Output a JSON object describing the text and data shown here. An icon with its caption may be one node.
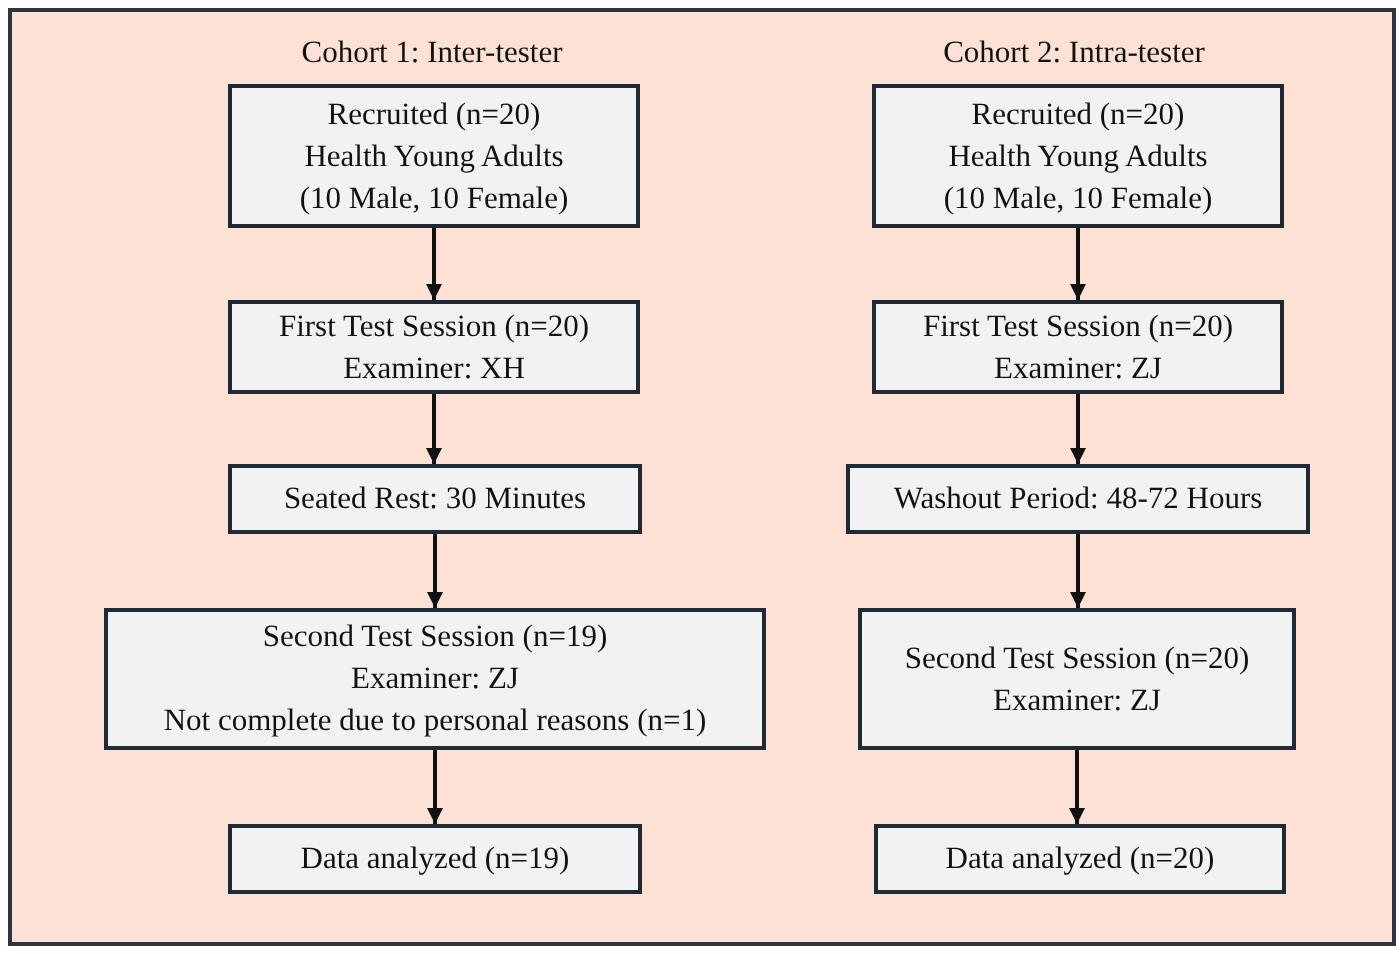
{
  "diagram": {
    "nodes": [
      {
        "text": [
          "Recruited (n=20)",
          "Health Young Adults",
          "(10 Male, 10 Female)"
        ]
      },
      {
        "text": [
          "First Test Session (n=20)",
          "Examiner: XH"
        ]
      },
      {
        "text": [
          "Seated Rest: 30 Minutes"
        ]
      },
      {
        "text": [
          "Second Test Session (n=19)",
          "Examiner: ZJ",
          "Not complete due to personal reasons (n=1)"
        ]
      },
      {
        "text": [
          "Data analyzed (n=19)"
        ]
      },
      {
        "text": [
          "Recruited (n=20)",
          "Health Young Adults",
          "(10 Male, 10 Female)"
        ]
      },
      {
        "text": [
          "First Test Session (n=20)",
          "Examiner: ZJ"
        ]
      },
      {
        "text": [
          "Washout Period: 48-72 Hours"
        ]
      },
      {
        "text": [
          "Second Test Session (n=20)",
          "Examiner: ZJ"
        ]
      },
      {
        "text": [
          "Data analyzed (n=20)"
        ]
      }
    ],
    "edges": [
      {
        "from": 0,
        "to": 1,
        "arrow": "to"
      },
      {
        "from": 1,
        "to": 2,
        "arrow": "to"
      },
      {
        "from": 2,
        "to": 3,
        "arrow": "to"
      },
      {
        "from": 3,
        "to": 4,
        "arrow": "to"
      },
      {
        "from": 5,
        "to": 6,
        "arrow": "to"
      },
      {
        "from": 6,
        "to": 7,
        "arrow": "to"
      },
      {
        "from": 7,
        "to": 8,
        "arrow": "to"
      },
      {
        "from": 8,
        "to": 9,
        "arrow": "to"
      }
    ],
    "labels": [
      "Cohort 1: Inter-tester",
      "Cohort 2: Intra-tester"
    ]
  }
}
